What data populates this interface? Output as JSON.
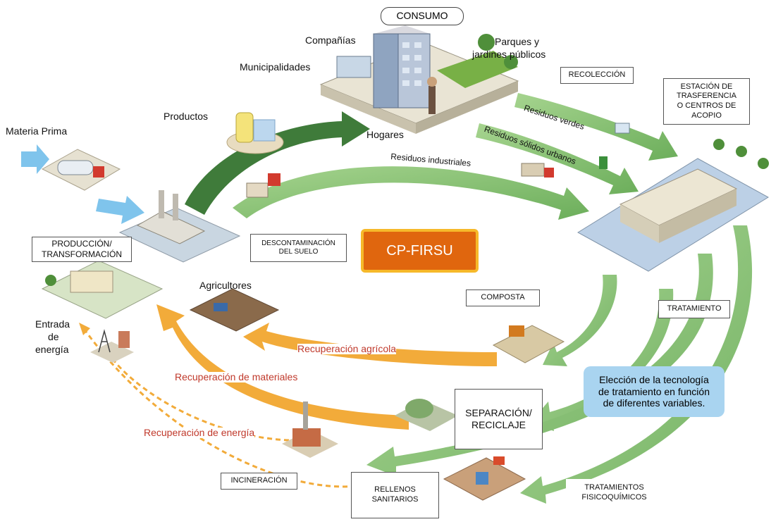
{
  "central_label": "CP-FIRSU",
  "plain_labels": {
    "materia_prima": "Materia Prima",
    "productos": "Productos",
    "companias": "Compañías",
    "municipalidades": "Municipalidades",
    "parques_line1": "Parques y",
    "parques_line2": "jardines públicos",
    "hogares": "Hogares",
    "agricultores": "Agricultores",
    "entrada_line1": "Entrada",
    "entrada_line2": "de",
    "entrada_line3": "energía"
  },
  "boxes": {
    "consumo": "CONSUMO",
    "recoleccion": "RECOLECCIÓN",
    "estacion_line1": "ESTACIÓN DE",
    "estacion_line2": "TRASFERENCIA",
    "estacion_line3": "O CENTROS DE",
    "estacion_line4": "ACOPIO",
    "produccion_line1": "PRODUCCIÓN/",
    "produccion_line2": "TRANSFORMACIÓN",
    "descontaminacion_line1": "DESCONTAMINACIÓN",
    "descontaminacion_line2": "DEL SUELO",
    "composta": "COMPOSTA",
    "tratamiento": "TRATAMIENTO",
    "separacion_line1": "SEPARACIÓN/",
    "separacion_line2": "RECICLAJE",
    "incineracion": "INCINERACIÓN",
    "rellenos_line1": "RELLENOS",
    "rellenos_line2": "SANITARIOS",
    "tratamientos_line1": "TRATAMIENTOS",
    "tratamientos_line2": "FISICOQUÍMICOS"
  },
  "flow_labels": {
    "residuos_verdes": "Residuos verdes",
    "residuos_solidos": "Residuos sólidos urbanos",
    "residuos_industriales": "Residuos industriales"
  },
  "recovery_labels": {
    "agricola": "Recuperación agrícola",
    "materiales": "Recuperación de materiales",
    "energia": "Recuperación de energía"
  },
  "bubble": {
    "line1": "Elección de la tecnología",
    "line2": "de tratamiento en función",
    "line3": "de diferentes variables."
  },
  "colors": {
    "green_arrow": "#8cc57b",
    "dark_green_arrow": "#3f7b3a",
    "orange_arrow": "#f2ab3a",
    "cp_fill": "#e0660e",
    "cp_border": "#f6b92a",
    "bubble": "#a9d4f0",
    "recovery_text": "#c0392b",
    "blue_arrow": "#7fc4ec"
  }
}
